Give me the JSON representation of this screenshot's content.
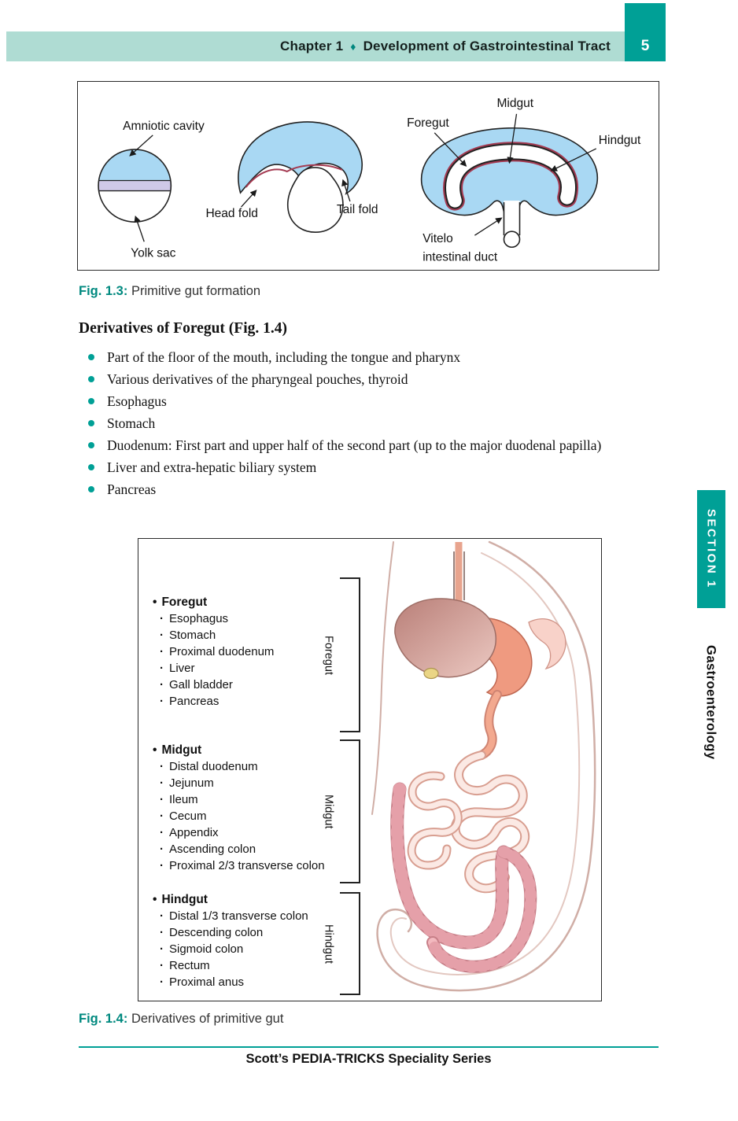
{
  "header": {
    "chapter": "Chapter 1",
    "separator": "♦",
    "title": "Development of Gastrointestinal Tract",
    "page_number": "5"
  },
  "fig_1_3": {
    "caption_label": "Fig. 1.3:",
    "caption_text": "Primitive gut formation",
    "labels": {
      "amniotic_cavity": "Amniotic cavity",
      "yolk_sac": "Yolk sac",
      "head_fold": "Head fold",
      "tail_fold": "Tail fold",
      "foregut": "Foregut",
      "midgut": "Midgut",
      "hindgut": "Hindgut",
      "vitelo_line1": "Vitelo",
      "vitelo_line2": "intestinal duct"
    }
  },
  "foregut_section": {
    "heading": "Derivatives of Foregut (Fig. 1.4)",
    "bullets": [
      "Part of the floor of the mouth, including the tongue and pharynx",
      "Various derivatives of the pharyngeal pouches, thyroid",
      "Esophagus",
      "Stomach",
      "Duodenum: First part and upper half of the second part (up to the major duodenal papilla)",
      "Liver and extra-hepatic biliary system",
      "Pancreas"
    ]
  },
  "fig_1_4": {
    "caption_label": "Fig. 1.4:",
    "caption_text": "Derivatives of primitive gut",
    "groups": [
      {
        "title": "Foregut",
        "bracket_label": "Foregut",
        "items": [
          "Esophagus",
          "Stomach",
          "Proximal duodenum",
          "Liver",
          "Gall bladder",
          "Pancreas"
        ]
      },
      {
        "title": "Midgut",
        "bracket_label": "Midgut",
        "items": [
          "Distal duodenum",
          "Jejunum",
          "Ileum",
          "Cecum",
          "Appendix",
          "Ascending colon",
          "Proximal 2/3 transverse colon"
        ]
      },
      {
        "title": "Hindgut",
        "bracket_label": "Hindgut",
        "items": [
          "Distal 1/3 transverse colon",
          "Descending colon",
          "Sigmoid colon",
          "Rectum",
          "Proximal anus"
        ]
      }
    ]
  },
  "sidebar": {
    "section_label": "SECTION 1",
    "specialty_label": "Gastroenterology"
  },
  "footer": {
    "series_title": "Scott’s PEDIA-TRICKS Speciality Series"
  },
  "colors": {
    "teal": "#00A096",
    "header_bar": "#AFDCD3",
    "caption_teal": "#00897F",
    "diagram_blue": "#A9D8F3",
    "diagram_band": "#CFC9E8",
    "diagram_red_line": "#A43B52",
    "anatomy_salmon": "#EF9A80",
    "anatomy_pink": "#F3B9BF"
  }
}
